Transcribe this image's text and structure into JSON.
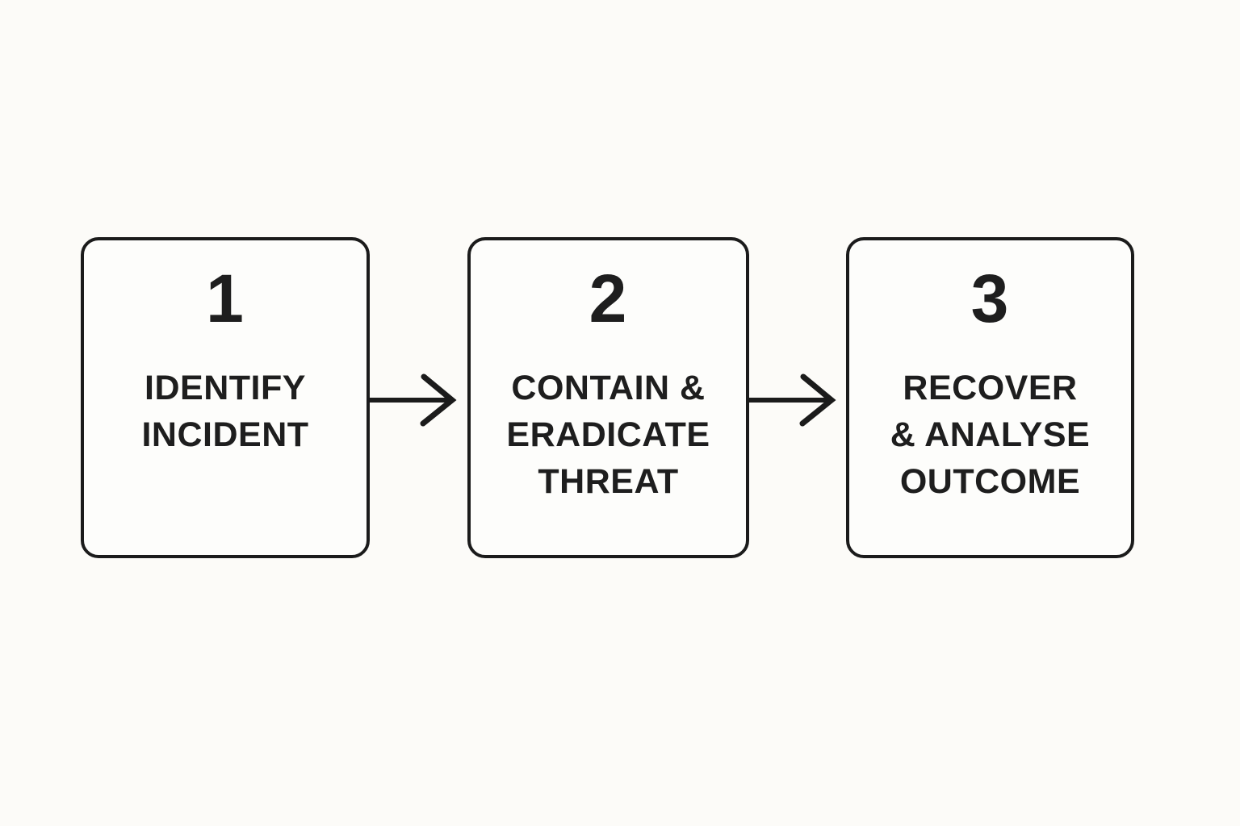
{
  "diagram": {
    "title": "incident-response-process-flow",
    "background_color": "#fcfbf8",
    "box_fill_color": "#fdfdfb",
    "stroke_color": "#1b1b1b",
    "text_color": "#1e1e1e",
    "steps": [
      {
        "number": "1",
        "lines": [
          "IDENTIFY",
          "INCIDENT"
        ]
      },
      {
        "number": "2",
        "lines": [
          "CONTAIN &",
          "ERADICATE",
          "THREAT"
        ]
      },
      {
        "number": "3",
        "lines": [
          "RECOVER",
          "& ANALYSE",
          "OUTCOME"
        ]
      }
    ],
    "connectors": [
      {
        "from": "1",
        "to": "2",
        "type": "arrow-right"
      },
      {
        "from": "2",
        "to": "3",
        "type": "arrow-right"
      }
    ]
  }
}
